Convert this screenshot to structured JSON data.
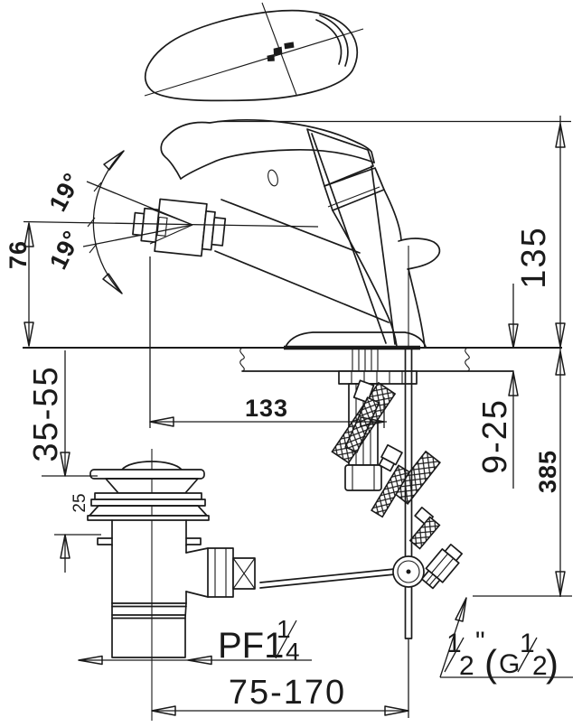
{
  "drawing": {
    "title": "faucet-installation-technical-drawing",
    "line_color": "#1a1a1a",
    "background": "#ffffff"
  },
  "dimensions": {
    "tilt_upper": "19°",
    "tilt_lower": "19°",
    "spout_height": "76",
    "deck_to_flange": "35-55",
    "flange_stack": "25",
    "spout_reach": "133",
    "overall_height": "135",
    "deck_thickness": "9-25",
    "hose_reach": "385",
    "lever_span": "75-170",
    "drain_thread_prefix": "PF1",
    "drain_thread_numerator": "1",
    "drain_thread_denominator": "4",
    "hose_thread_n1": "1",
    "hose_thread_d1": "2",
    "hose_thread_quote": "\"",
    "hose_thread_open": "(",
    "hose_thread_g": "G",
    "hose_thread_n2": "1",
    "hose_thread_d2": "2",
    "hose_thread_close": ")"
  }
}
